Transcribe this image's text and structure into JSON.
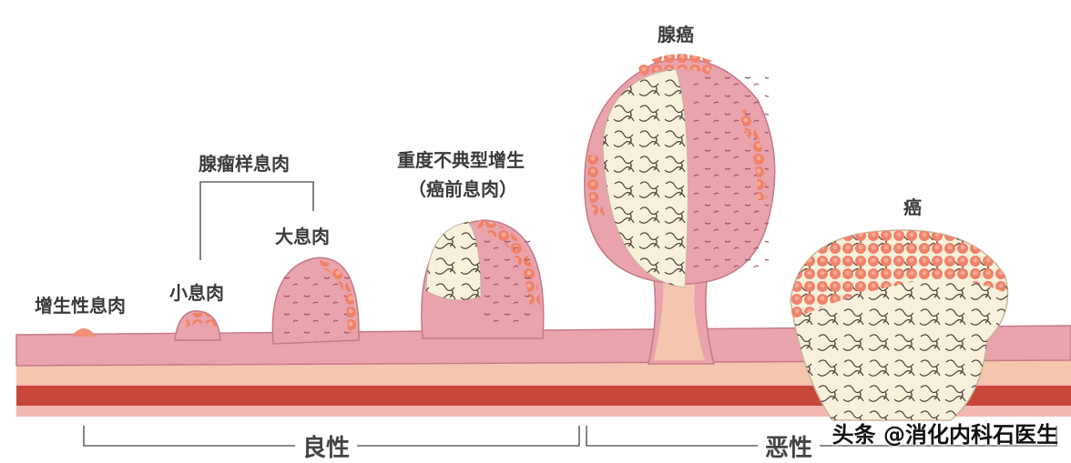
{
  "labels": {
    "hyperplastic_polyp": "增生性息肉",
    "adenomatous_polyp": "腺瘤样息肉",
    "small_polyp": "小息肉",
    "large_polyp": "大息肉",
    "severe_dysplasia_line1": "重度不典型增生",
    "severe_dysplasia_line2": "（癌前息肉）",
    "adenocarcinoma": "腺癌",
    "cancer": "癌"
  },
  "bracket": {
    "benign": "良性",
    "malignant": "恶性"
  },
  "watermark": "头条 @消化内科石医生",
  "colors": {
    "mucosa_pink": "#e8a3ad",
    "mucosa_light": "#f6c9c6",
    "submucosa": "#f5c0a8",
    "muscle_red": "#c9463b",
    "tumor_orange": "#ef6e55",
    "tumor_core": "#f7f1dc"
  }
}
